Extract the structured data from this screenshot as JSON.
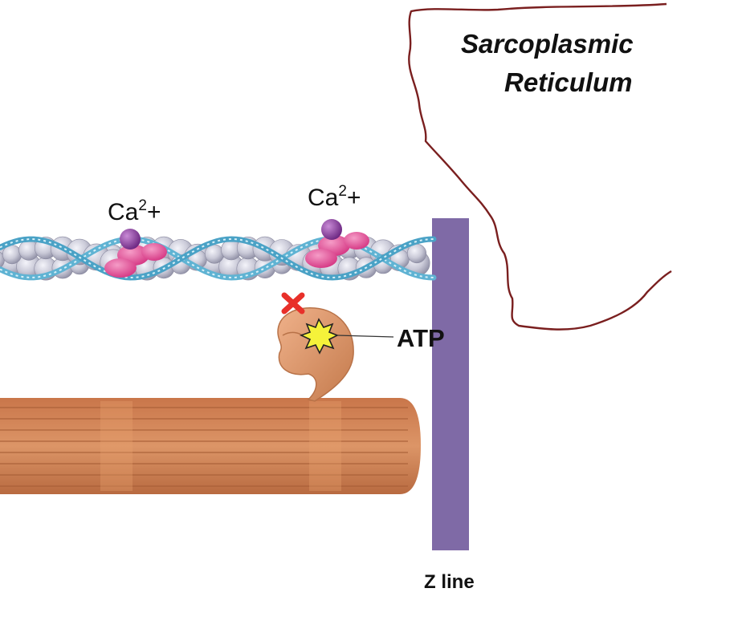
{
  "labels": {
    "sarcoplasmic_line1": "Sarcoplasmic",
    "sarcoplasmic_line2": "Reticulum",
    "calcium_base": "Ca",
    "calcium_sup": "2",
    "calcium_sign": "+",
    "atp": "ATP",
    "z_line": "Z line"
  },
  "colors": {
    "sr_membrane": "#7a1f1f",
    "actin_bead": "#c9c9d6",
    "tropomyosin": "#5fb3d3",
    "troponin": "#e04a8e",
    "calcium_ion": "#8e3ea0",
    "myosin": "#d9905e",
    "z_disc": "#7f6aa6",
    "blocked_mark": "#e8302a",
    "atp_burst": "#f5f23a"
  }
}
